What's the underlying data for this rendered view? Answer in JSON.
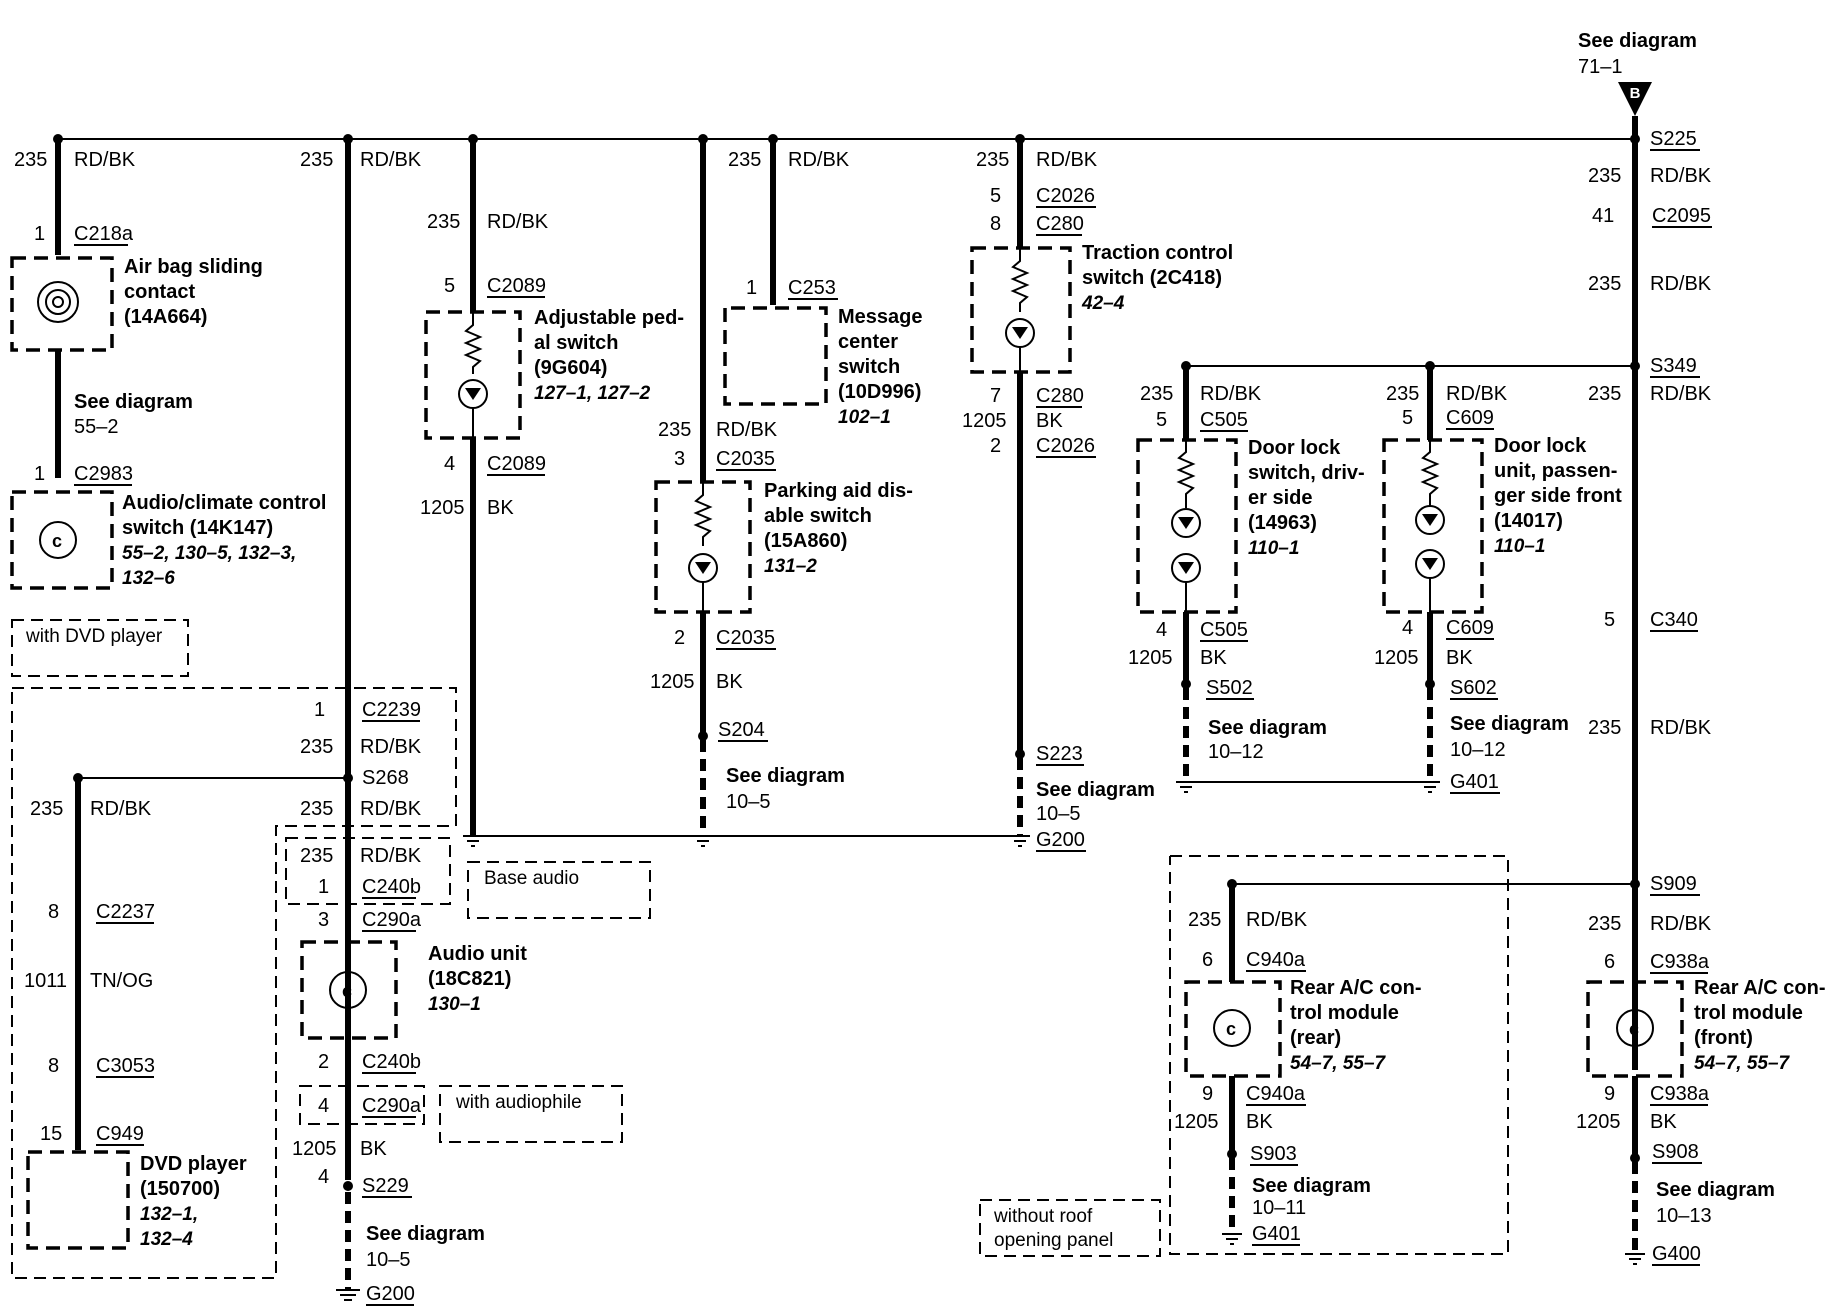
{
  "top_ref": {
    "line1": "See diagram",
    "line2": "71–1",
    "marker": "B"
  },
  "splices": {
    "s225": "S225",
    "s349": "S349",
    "s909": "S909",
    "s268": "S268",
    "s204": "S204",
    "s223": "S223",
    "s229": "S229",
    "s502": "S502",
    "s602": "S602",
    "s903": "S903",
    "s908": "S908"
  },
  "grounds": {
    "g200a": "G200",
    "g200b": "G200",
    "g401a": "G401",
    "g401b": "G401",
    "g400": "G400"
  },
  "wires": {
    "rdbk": "RD/BK",
    "bk": "BK",
    "tnog": "TN/OG",
    "n235": "235",
    "n1205": "1205",
    "n1011": "1011"
  },
  "pins": {
    "p1": "1",
    "p2": "2",
    "p3": "3",
    "p4": "4",
    "p5": "5",
    "p6": "6",
    "p7": "7",
    "p8": "8",
    "p9": "9",
    "p15": "15",
    "p41": "41"
  },
  "connectors": {
    "c218a": "C218a",
    "c2983": "C2983",
    "c2089": "C2089",
    "c253": "C253",
    "c2035": "C2035",
    "c2026": "C2026",
    "c280": "C280",
    "c505": "C505",
    "c609": "C609",
    "c2095": "C2095",
    "c340": "C340",
    "c2239": "C2239",
    "c2237": "C2237",
    "c3053": "C3053",
    "c949": "C949",
    "c240b": "C240b",
    "c290a": "C290a",
    "c940a": "C940a",
    "c938a": "C938a"
  },
  "components": {
    "airbag": {
      "l1": "Air bag sliding",
      "l2": "contact",
      "l3": "(14A664)"
    },
    "audio_climate": {
      "l1": "Audio/climate control",
      "l2": "switch (14K147)",
      "r1": "55–2, 130–5, 132–3,",
      "r2": "132–6"
    },
    "adj_pedal": {
      "l1": "Adjustable ped-",
      "l2": "al switch",
      "l3": "(9G604)",
      "r1": "127–1, 127–2"
    },
    "message_center": {
      "l1": "Message",
      "l2": "center",
      "l3": "switch",
      "l4": "(10D996)",
      "r1": "102–1"
    },
    "parking_aid": {
      "l1": "Parking aid dis-",
      "l2": "able switch",
      "l3": "(15A860)",
      "r1": "131–2"
    },
    "traction": {
      "l1": "Traction control",
      "l2": "switch (2C418)",
      "r1": "42–4"
    },
    "door_driver": {
      "l1": "Door lock",
      "l2": "switch, driv-",
      "l3": "er side",
      "l4": "(14963)",
      "r1": "110–1"
    },
    "door_pass": {
      "l1": "Door lock",
      "l2": "unit, passen-",
      "l3": "ger side front",
      "l4": "(14017)",
      "r1": "110–1"
    },
    "audio_unit": {
      "l1": "Audio unit",
      "l2": "(18C821)",
      "r1": "130–1"
    },
    "dvd": {
      "l1": "DVD player",
      "l2": "(150700)",
      "r1": "132–1,",
      "r2": "132–4"
    },
    "rear_ac_rear": {
      "l1": "Rear A/C con-",
      "l2": "trol module",
      "l3": "(rear)",
      "r1": "54–7, 55–7"
    },
    "rear_ac_front": {
      "l1": "Rear A/C con-",
      "l2": "trol module",
      "l3": "(front)",
      "r1": "54–7, 55–7"
    }
  },
  "refs": {
    "see": "See diagram",
    "r55_2": "55–2",
    "r10_5": "10–5",
    "r10_12": "10–12",
    "r10_11": "10–11",
    "r10_13": "10–13"
  },
  "options": {
    "dvd": "with DVD player",
    "base_audio": "Base audio",
    "audiophile": "with audiophile",
    "roof1": "without roof",
    "roof2": "opening panel"
  }
}
